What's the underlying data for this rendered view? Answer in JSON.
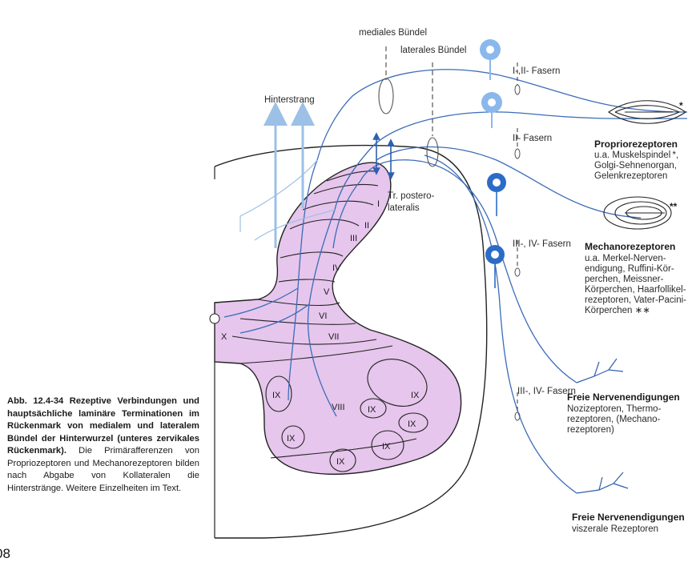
{
  "labels": {
    "medial_bundle": "mediales Bündel",
    "lateral_bundle": "laterales Bündel",
    "fibers_1_2": "I-,II- Fasern",
    "fibers_2": "II- Fasern",
    "fibers_3_4_upper": "III-, IV- Fasern",
    "fibers_3_4_lower": "III-, IV- Fasern",
    "hinterstrang": "Hinterstrang",
    "tract_line1": "Tr. postero-",
    "tract_line2": "lateralis"
  },
  "laminae": [
    "I",
    "II",
    "III",
    "IV",
    "V",
    "VI",
    "VII",
    "VIII",
    "IX",
    "X"
  ],
  "receptors": {
    "proprio": {
      "title": "Propriorezeptoren",
      "lines": [
        "u.a. Muskelspindel *,",
        "Golgi-Sehnenorgan,",
        "Gelenkrezeptoren"
      ]
    },
    "mechano": {
      "title": "Mechanorezeptoren",
      "lines": [
        "u.a. Merkel-Nerven-",
        "endigung, Ruffini-Kör-",
        "perchen, Meissner-",
        "Körperchen, Haarfollikel-",
        "rezeptoren, Vater-Pacini-",
        "Körperchen ∗∗"
      ]
    },
    "free1": {
      "title": "Freie Nervenendigungen",
      "lines": [
        "Nozizeptoren, Thermo-",
        "rezeptoren, (Mechano-",
        "rezeptoren)"
      ]
    },
    "free2": {
      "title": "Freie Nervenendigungen",
      "lines": [
        "viszerale Rezeptoren"
      ]
    }
  },
  "markers": {
    "star1": "*",
    "star2": "**"
  },
  "caption": {
    "bold": "Abb. 12.4-34 Rezeptive Verbindungen und hauptsächliche laminäre Terminationen im Rückenmark von medialem und lateralem Bündel der Hinterwurzel (unteres zervikales Rückenmark).",
    "text": " Die Primärafferenzen von Propriozeptoren und Mechanorezeptoren bilden nach Abgabe von Kollateralen die Hinterstränge. Weitere Einzelheiten im Text."
  },
  "page_number": "08",
  "colors": {
    "gray_matter": "#e6c6ec",
    "fiber": "#3c6cb8",
    "fiber_light": "#8cb4e2",
    "ganglion": "#2c6cc8",
    "ganglion_light": "#8ab8ec",
    "outline": "#222222"
  }
}
